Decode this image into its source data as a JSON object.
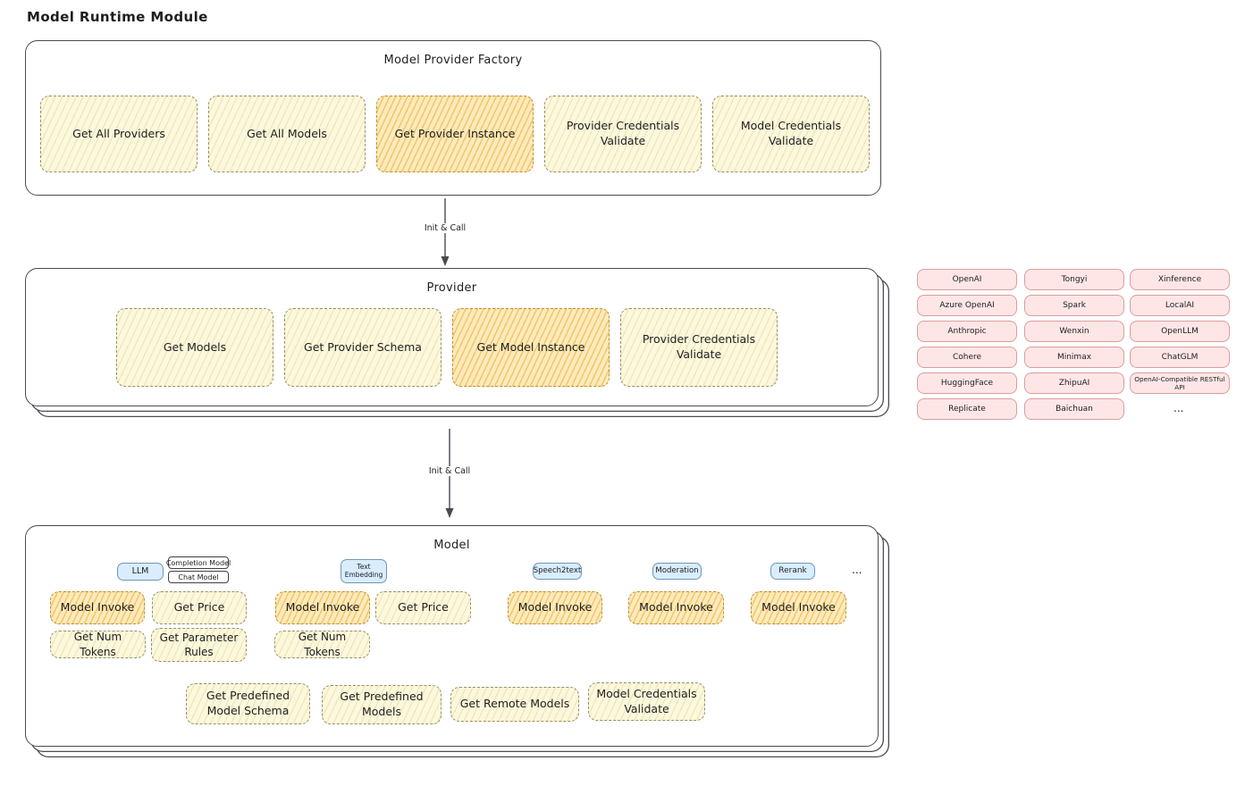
{
  "page_title": "Model Runtime Module",
  "arrows": {
    "first": "Init & Call",
    "second": "Init & Call"
  },
  "factory": {
    "title": "Model Provider Factory",
    "items": [
      "Get All Providers",
      "Get All Models",
      "Get Provider Instance",
      "Provider Credentials Validate",
      "Model Credentials Validate"
    ]
  },
  "provider": {
    "title": "Provider",
    "items": [
      "Get Models",
      "Get Provider Schema",
      "Get Model Instance",
      "Provider Credentials Validate"
    ]
  },
  "vendors": {
    "col1": [
      "OpenAI",
      "Azure OpenAI",
      "Anthropic",
      "Cohere",
      "HuggingFace",
      "Replicate"
    ],
    "col2": [
      "Tongyi",
      "Spark",
      "Wenxin",
      "Minimax",
      "ZhipuAI",
      "Baichuan"
    ],
    "col3": [
      "Xinference",
      "LocalAI",
      "OpenLLM",
      "ChatGLM",
      "OpenAI-Compatible RESTful API"
    ],
    "more": "..."
  },
  "model": {
    "title": "Model",
    "tabs": {
      "llm": "LLM",
      "completion": "Completion Model",
      "chat": "Chat Model",
      "embedding": "Text Embedding",
      "speech2text": "Speech2text",
      "moderation": "Moderation",
      "rerank": "Rerank",
      "more": "..."
    },
    "llm_ops": {
      "invoke": "Model Invoke",
      "price": "Get Price",
      "tokens": "Get Num Tokens",
      "rules": "Get Parameter Rules"
    },
    "embedding_ops": {
      "invoke": "Model Invoke",
      "price": "Get Price",
      "tokens": "Get Num Tokens"
    },
    "speech2text_ops": {
      "invoke": "Model Invoke"
    },
    "moderation_ops": {
      "invoke": "Model Invoke"
    },
    "rerank_ops": {
      "invoke": "Model Invoke"
    },
    "common_ops": [
      "Get Predefined Model Schema",
      "Get Predefined Models",
      "Get Remote Models",
      "Model Credentials Validate"
    ]
  }
}
